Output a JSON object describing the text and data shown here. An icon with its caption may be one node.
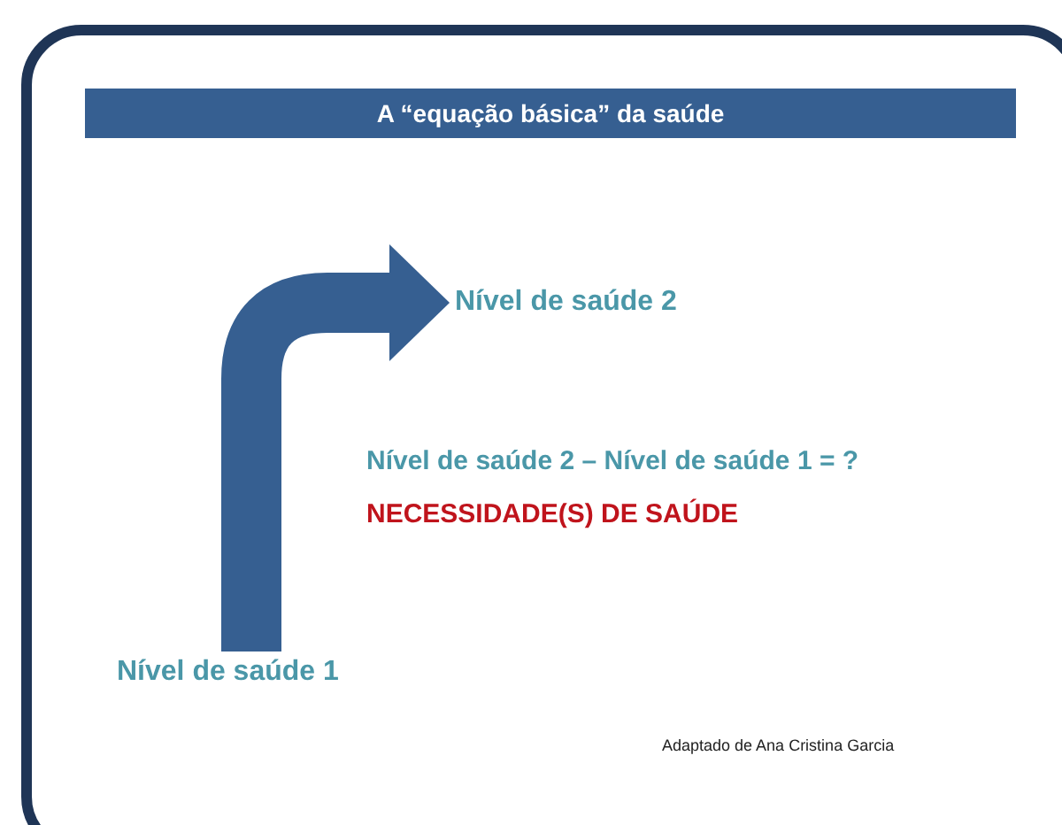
{
  "diagram": {
    "title": "A “equação básica” da saúde",
    "nodes": [
      {
        "text": [
          "Nível de saúde 1"
        ]
      },
      {
        "text": [
          "Nível de saúde 2"
        ]
      }
    ],
    "edges": [
      {
        "from": 0,
        "to": 1,
        "arrow": "to"
      }
    ],
    "labels": [
      "Nível de saúde 2 – Nível de saúde 1 = ?",
      "NECESSIDADE(S) DE SAÚDE",
      "Adaptado de Ana Cristina Garcia"
    ]
  }
}
